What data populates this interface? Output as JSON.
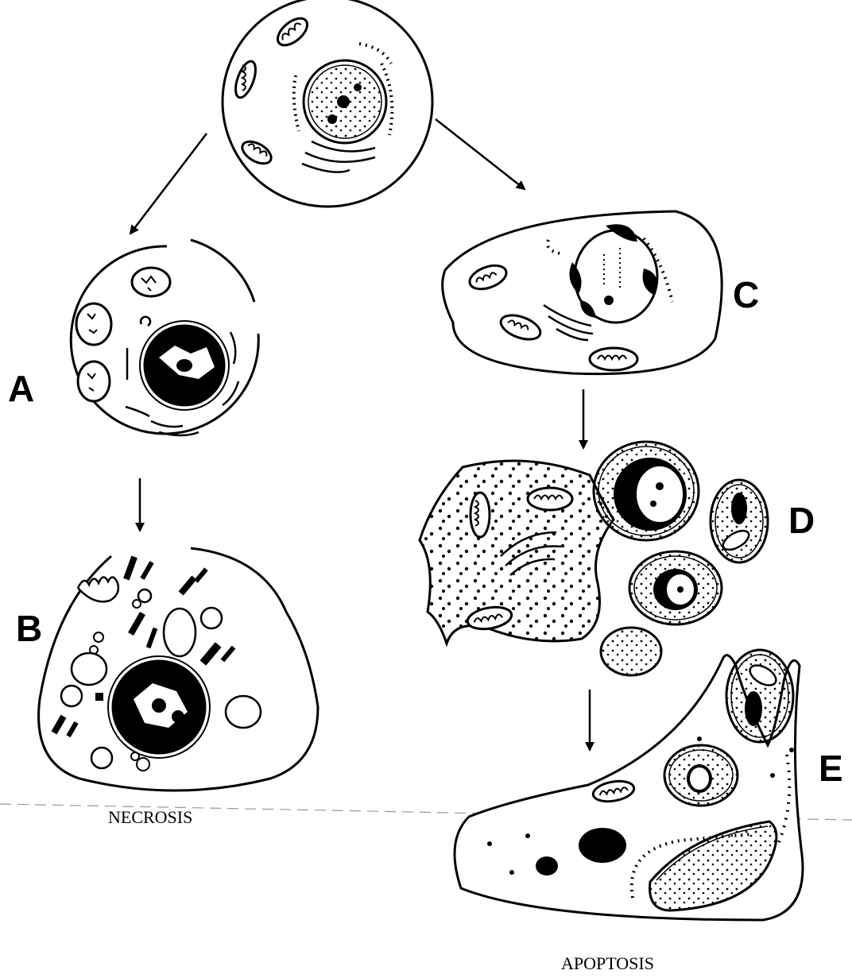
{
  "labels": {
    "a": "A",
    "b": "B",
    "c": "C",
    "d": "D",
    "e": "E"
  },
  "captions": {
    "necrosis": "NECROSIS",
    "apoptosis": "APOPTOSIS"
  }
}
